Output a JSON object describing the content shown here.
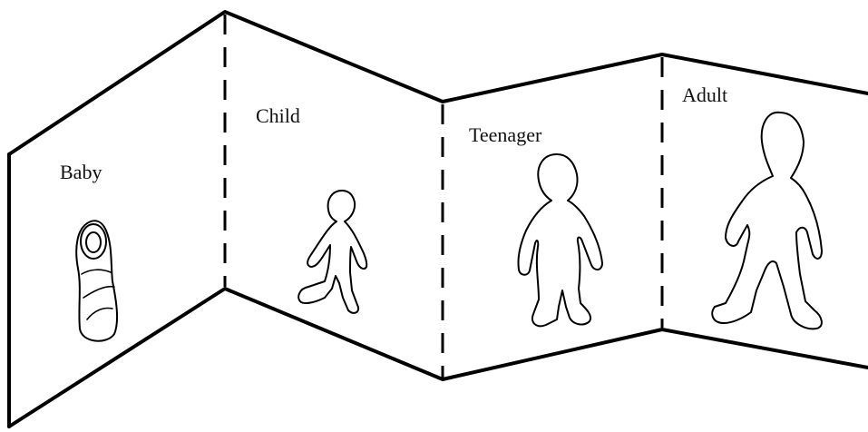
{
  "panels": [
    {
      "id": "baby",
      "label": "Baby"
    },
    {
      "id": "child",
      "label": "Child"
    },
    {
      "id": "teenager",
      "label": "Teenager"
    },
    {
      "id": "adult",
      "label": "Adult"
    }
  ],
  "colors": {
    "line": "#000000",
    "background": "#ffffff"
  }
}
